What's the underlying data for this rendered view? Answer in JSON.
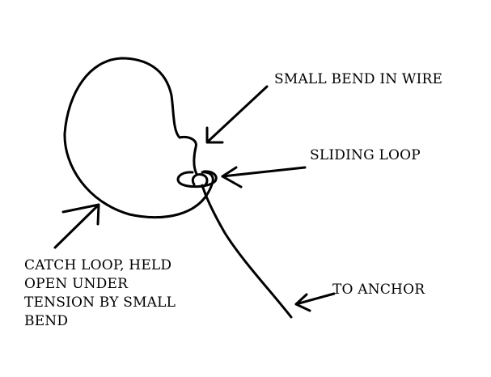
{
  "labels": {
    "small_bend": "SMALL BEND IN WIRE",
    "sliding_loop": "SLIDING LOOP",
    "to_anchor": "TO ANCHOR",
    "catch_loop": [
      "CATCH LOOP, HELD",
      "OPEN UNDER",
      "TENSION BY SMALL",
      "BEND"
    ]
  },
  "colors": {
    "background": "#ffffff",
    "ink": "#000000"
  }
}
